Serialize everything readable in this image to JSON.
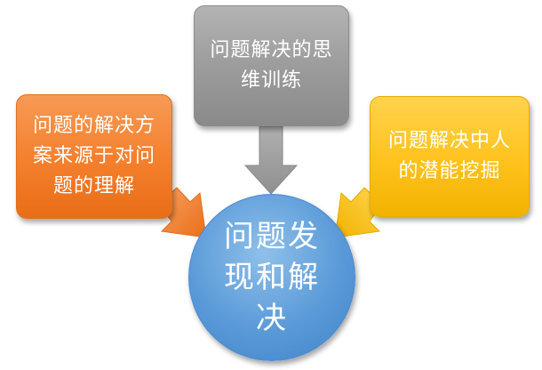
{
  "center": {
    "lines": [
      "问题发",
      "现和解",
      "决"
    ]
  },
  "top_box": {
    "lines": [
      "问题解决的思",
      "维训练"
    ]
  },
  "left_box": {
    "lines": [
      "问题的解决方",
      "案来源于对问",
      "题的理解"
    ]
  },
  "right_box": {
    "lines": [
      "问题解决中人",
      "的潜能挖掘"
    ]
  },
  "colors": {
    "top_box": "#9e9e9e",
    "left_box": "#f47f2c",
    "right_box": "#ffc21c",
    "center": "#5a9ad8"
  }
}
